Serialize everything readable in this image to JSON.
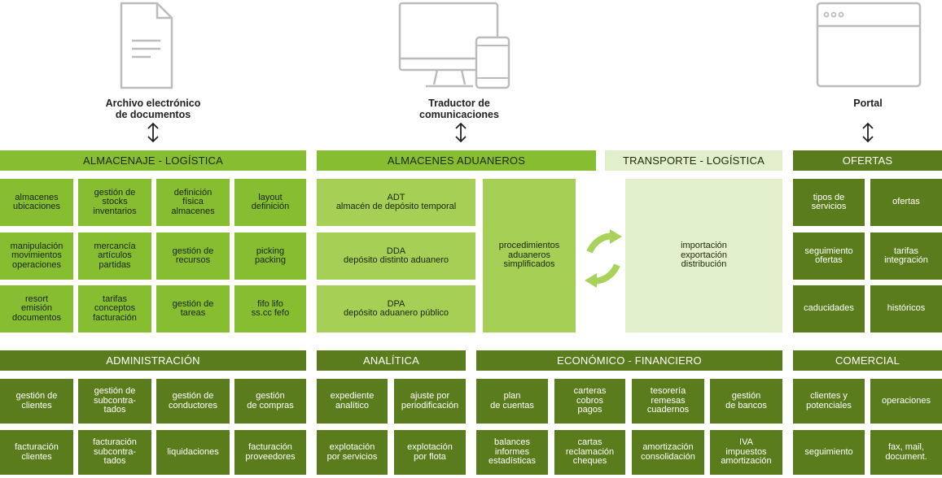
{
  "top": {
    "archivo": "Archivo electrónico\nde documentos",
    "traductor": "Traductor de\ncomunicaciones",
    "portal": "Portal"
  },
  "headers": {
    "almacenaje": "ALMACENAJE - LOGÍSTICA",
    "aduaneros": "ALMACENES ADUANEROS",
    "transporte": "TRANSPORTE - LOGÍSTICA",
    "ofertas": "OFERTAS",
    "administracion": "ADMINISTRACIÓN",
    "analitica": "ANALÍTICA",
    "economico": "ECONÓMICO - FINANCIERO",
    "comercial": "COMERCIAL"
  },
  "almacenaje": [
    "almacenes\nubicaciones",
    "gestión de\nstocks\ninventarios",
    "definición\nfísica\nalmacenes",
    "layout\ndefinición",
    "manipulación\nmovimientos\noperaciones",
    "mercancía\nartículos\npartidas",
    "gestión de\nrecursos",
    "picking\npacking",
    "resort\nemisión\ndocumentos",
    "tarifas\nconceptos\nfacturación",
    "gestión de\ntareas",
    "fifo lifo\nss.cc fefo"
  ],
  "aduaneros": {
    "adt": "ADT\nalmacén de depósito temporal",
    "dda": "DDA\ndepósito distinto aduanero",
    "dpa": "DPA\ndepósito aduanero público",
    "procedimientos": "procedimientos\naduaneros\nsimplificados"
  },
  "transporte": {
    "main": "importación\nexportación\ndistribución"
  },
  "ofertas": [
    "tipos de\nservicios",
    "ofertas",
    "seguimiento\nofertas",
    "tarifas\nintegración",
    "caducidades",
    "históricos"
  ],
  "administracion": [
    "gestión de\nclientes",
    "gestión de\nsubcontra-\ntados",
    "gestión de\nconductores",
    "gestión\nde compras",
    "facturación\nclientes",
    "facturación\nsubcontra-\ntados",
    "liquidaciones",
    "facturación\nproveedores"
  ],
  "analitica": [
    "expediente\nanalítico",
    "ajuste por\nperiodificación",
    "explotación\npor servicios",
    "explotación\npor flota"
  ],
  "economico": [
    "plan\nde cuentas",
    "carteras\ncobros\npagos",
    "tesorería\nremesas\ncuadernos",
    "gestión\nde bancos",
    "balances\ninformes\nestadísticas",
    "cartas\nreclamación\ncheques",
    "amortización\nconsolidación",
    "IVA\nimpuestos\namortización"
  ],
  "comercial": [
    "clientes y\npotenciales",
    "operaciones",
    "seguimiento",
    "fax, mail,\ndocument."
  ],
  "colors": {
    "bright": "#86bd31",
    "dark": "#5a7c1c",
    "light": "#a6cf55",
    "pale": "#e2efcc"
  },
  "icons": [
    "document-icon",
    "computer-icon",
    "browser-window-icon",
    "sync-arrows-icon"
  ]
}
